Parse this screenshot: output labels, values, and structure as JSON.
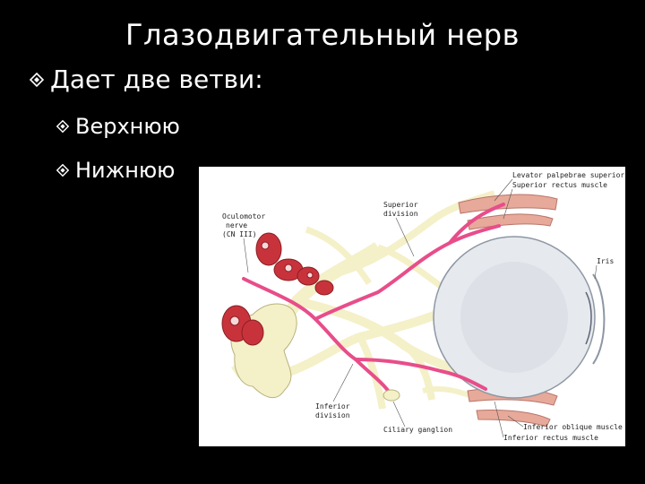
{
  "slide": {
    "title": "Глазодвигательный нерв",
    "bullets": [
      {
        "level": 1,
        "text": "Дает две ветви:"
      },
      {
        "level": 2,
        "text": "Верхнюю"
      },
      {
        "level": 2,
        "text": "Нижнюю"
      }
    ],
    "bullet_icon": "diamond-bullet-icon"
  },
  "figure": {
    "labels": {
      "oculomotor_1": "Oculomotor",
      "oculomotor_2": "nerve",
      "oculomotor_3": "(CN III)",
      "superior_division_1": "Superior",
      "superior_division_2": "division",
      "levator": "Levator palpebrae superioris",
      "superior_rectus": "Superior rectus muscle",
      "iris": "Iris",
      "inferior_division_1": "Inferior",
      "inferior_division_2": "division",
      "ciliary_ganglion": "Ciliary ganglion",
      "inferior_oblique": "Inferior oblique muscle",
      "inferior_rectus": "Inferior rectus muscle"
    },
    "colors": {
      "nerve": "#e84d8a",
      "muscle": "#e7a999",
      "eyeball": "#e6e9ee",
      "bone": "#f4f0c8",
      "artery": "#c8333b"
    }
  }
}
